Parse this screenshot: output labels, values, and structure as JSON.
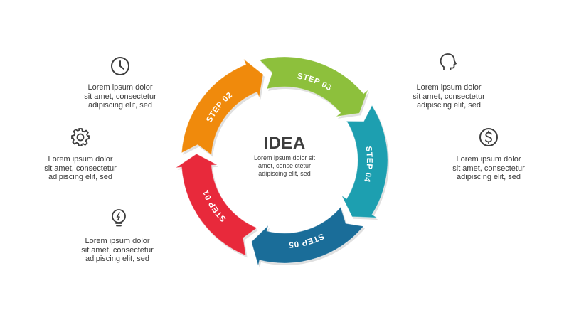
{
  "center": {
    "title": "IDEA",
    "text": "Lorem ipsum dolor sit\namet, conse  ctetur\nadipiscing elit, sed"
  },
  "steps": [
    {
      "label": "STEP 01",
      "color": "#e8293b"
    },
    {
      "label": "STEP 02",
      "color": "#f08a0c"
    },
    {
      "label": "STEP 03",
      "color": "#8dc03c"
    },
    {
      "label": "STEP 04",
      "color": "#1d9fb0"
    },
    {
      "label": "STEP 05",
      "color": "#1a6d99"
    }
  ],
  "descriptions": {
    "top_left": {
      "icon": "clock-icon",
      "text": "Lorem ipsum dolor\nsit amet, consectetur\nadipiscing elit, sed"
    },
    "mid_left": {
      "icon": "gear-icon",
      "text": "Lorem ipsum dolor\nsit amet, consectetur\nadipiscing elit, sed"
    },
    "bottom_left": {
      "icon": "lightbulb-icon",
      "text": "Lorem ipsum dolor\nsit amet, consectetur\nadipiscing elit, sed"
    },
    "top_right": {
      "icon": "head-icon",
      "text": "Lorem ipsum dolor\nsit amet, consectetur\nadipiscing elit, sed"
    },
    "mid_right": {
      "icon": "dollar-icon",
      "text": "Lorem ipsum dolor\nsit amet, consectetur\nadipiscing elit, sed"
    }
  }
}
